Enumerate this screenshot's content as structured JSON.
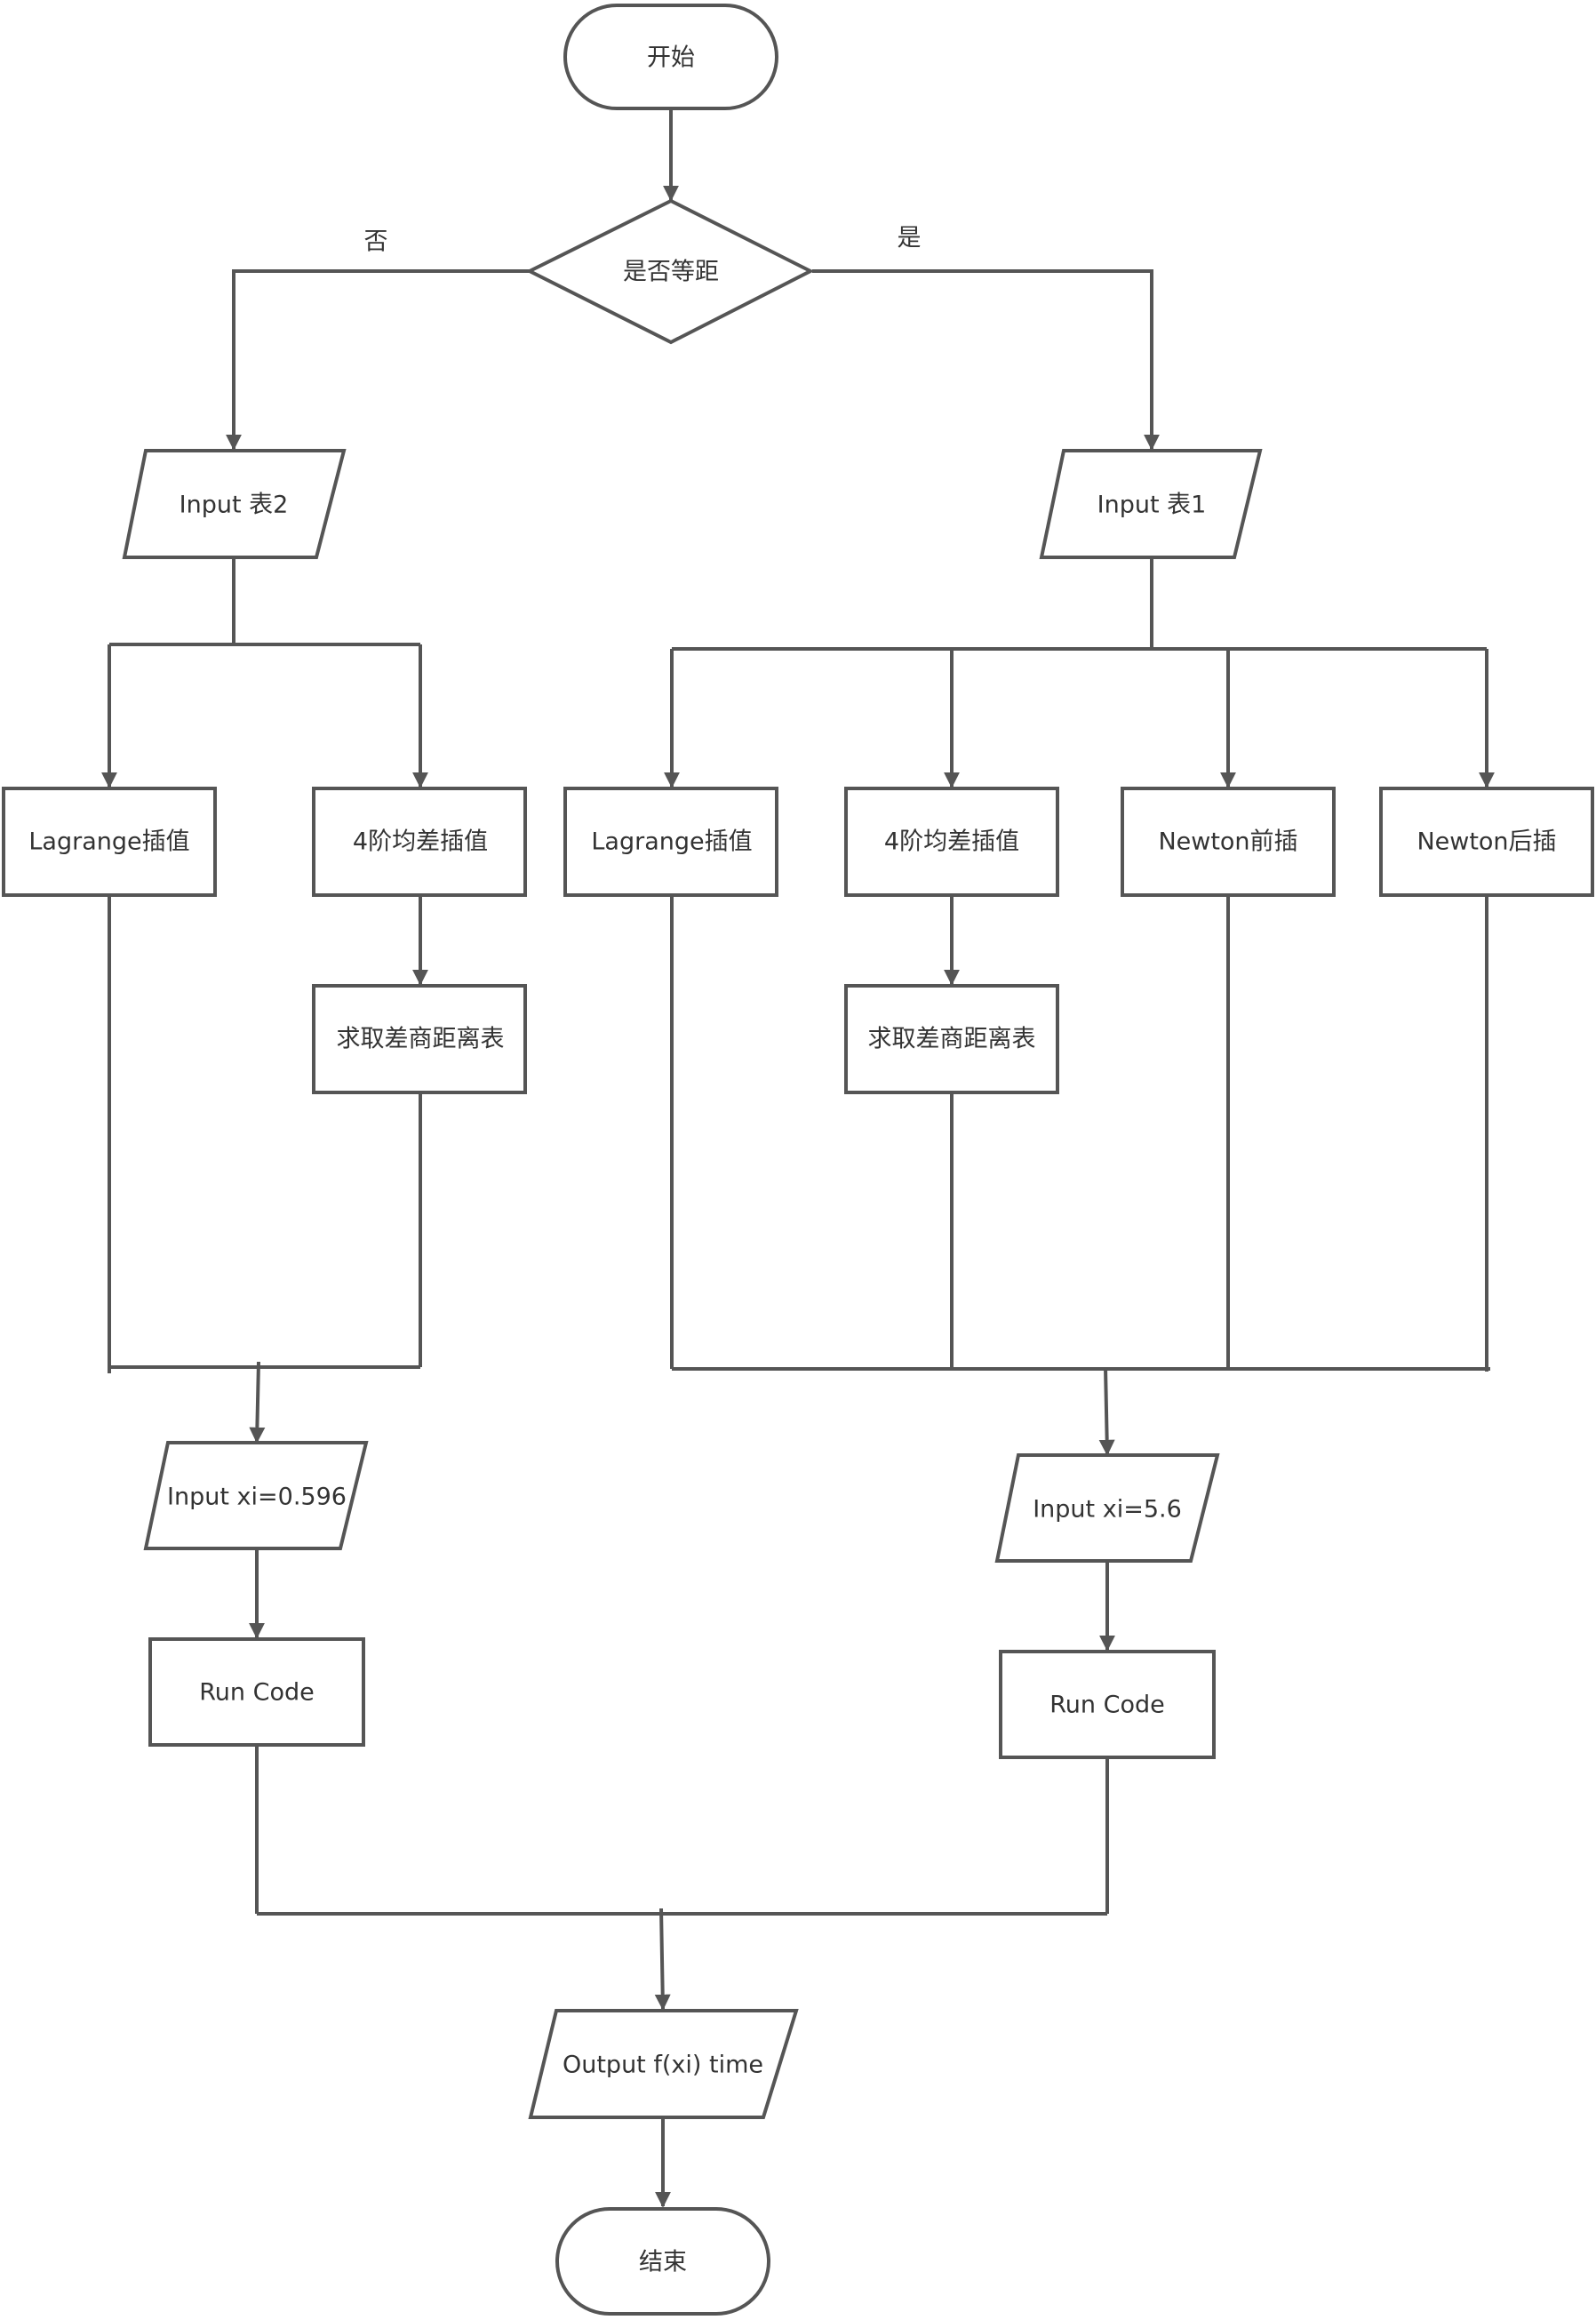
{
  "flowchart": {
    "start": "开始",
    "decision": "是否等距",
    "branch_no_label": "否",
    "branch_yes_label": "是",
    "input_table2": "Input 表2",
    "input_table1": "Input 表1",
    "left_lagrange": "Lagrange插值",
    "left_4th_order": "4阶均差插值",
    "left_divided_diff": "求取差商距离表",
    "right_lagrange": "Lagrange插值",
    "right_4th_order": "4阶均差插值",
    "right_divided_diff": "求取差商距离表",
    "newton_forward": "Newton前插",
    "newton_backward": "Newton后插",
    "input_xi_left": "Input xi=0.596",
    "input_xi_right": "Input xi=5.6",
    "run_code_left": "Run Code",
    "run_code_right": "Run Code",
    "output": "Output f(xi) time",
    "end": "结束"
  }
}
